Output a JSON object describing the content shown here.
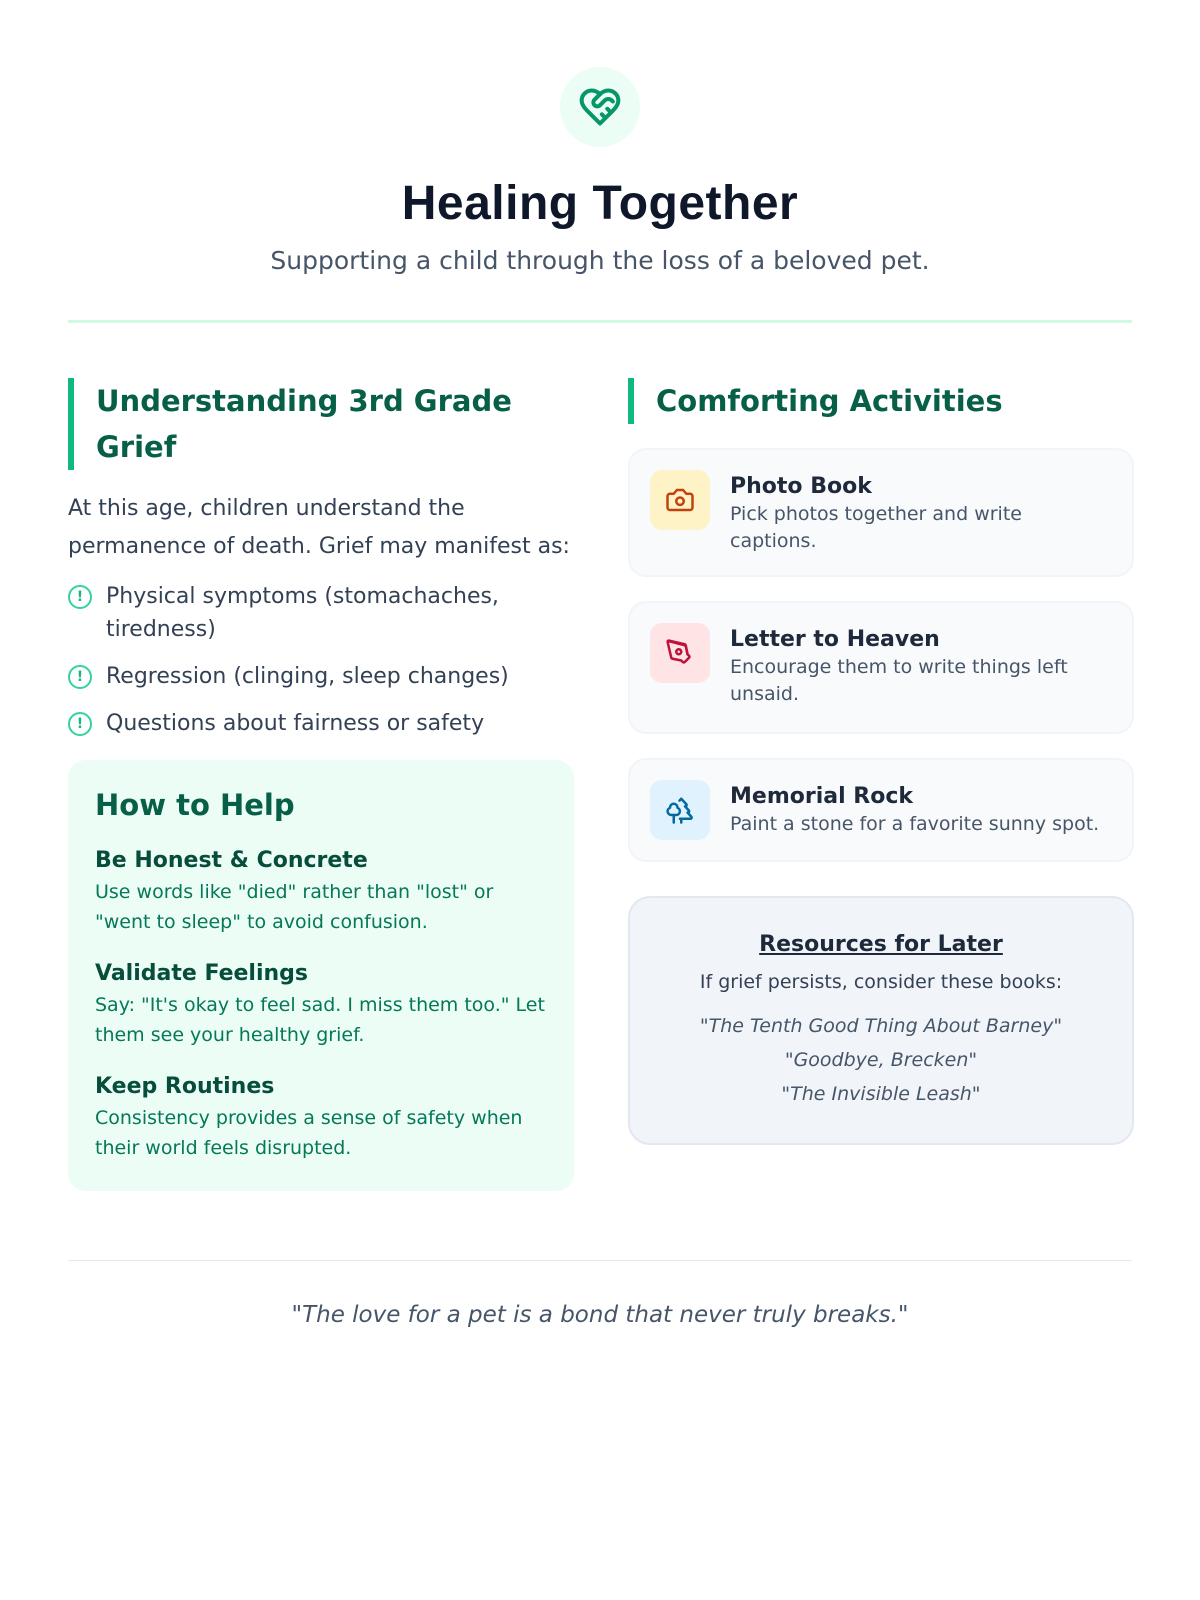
{
  "header": {
    "title": "Healing Together",
    "subtitle": "Supporting a child through the loss of a beloved pet.",
    "icon": "heart-handshake-icon"
  },
  "grief": {
    "heading": "Understanding 3rd Grade Grief",
    "intro": "At this age, children understand the permanence of death. Grief may manifest as:",
    "symptoms": [
      "Physical symptoms (stomachaches, tiredness)",
      "Regression (clinging, sleep changes)",
      "Questions about fairness or safety"
    ]
  },
  "help": {
    "heading": "How to Help",
    "items": [
      {
        "title": "Be Honest & Concrete",
        "text": "Use words like \"died\" rather than \"lost\" or \"went to sleep\" to avoid confusion."
      },
      {
        "title": "Validate Feelings",
        "text": "Say: \"It's okay to feel sad. I miss them too.\" Let them see your healthy grief."
      },
      {
        "title": "Keep Routines",
        "text": "Consistency provides a sense of safety when their world feels disrupted."
      }
    ]
  },
  "activities": {
    "heading": "Comforting Activities",
    "items": [
      {
        "title": "Photo Book",
        "text": "Pick photos together and write captions.",
        "icon": "camera-icon",
        "color": "#c2410c",
        "bg": "#fef3c7"
      },
      {
        "title": "Letter to Heaven",
        "text": "Encourage them to write things left unsaid.",
        "icon": "pen-nib-icon",
        "color": "#be123c",
        "bg": "#ffe4e6"
      },
      {
        "title": "Memorial Rock",
        "text": "Paint a stone for a favorite sunny spot.",
        "icon": "trees-icon",
        "color": "#0369a1",
        "bg": "#e0f2fe"
      }
    ]
  },
  "resources": {
    "heading": "Resources for Later",
    "lead": "If grief persists, consider these books:",
    "books": [
      "\"The Tenth Good Thing About Barney\"",
      "\"Goodbye, Brecken\"",
      "\"The Invisible Leash\""
    ]
  },
  "footer": {
    "quote": "\"The love for a pet is a bond that never truly breaks.\""
  }
}
